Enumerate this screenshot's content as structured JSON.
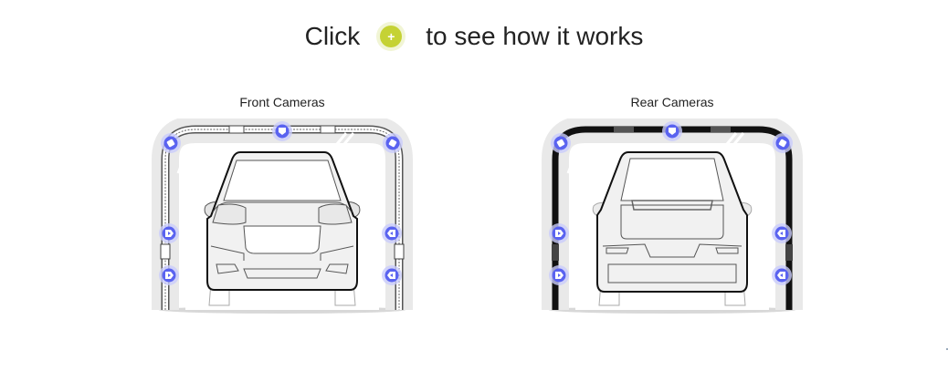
{
  "headline": {
    "before": "Click",
    "button_symbol": "+",
    "after": "to see how it works",
    "button_color": "#c5d234"
  },
  "panels": [
    {
      "title": "Front Cameras",
      "frame_style": "outlined-rail",
      "view": "car-front",
      "cameras": [
        {
          "id": "top-left",
          "icon": "camera-angled-icon"
        },
        {
          "id": "top-center",
          "icon": "camera-down-icon"
        },
        {
          "id": "top-right",
          "icon": "camera-angled-icon"
        },
        {
          "id": "left-upper",
          "icon": "camera-right-icon"
        },
        {
          "id": "left-lower",
          "icon": "camera-right-icon"
        },
        {
          "id": "right-upper",
          "icon": "camera-left-icon"
        },
        {
          "id": "right-lower",
          "icon": "camera-left-icon"
        }
      ]
    },
    {
      "title": "Rear Cameras",
      "frame_style": "solid-black-rail",
      "view": "car-rear",
      "cameras": [
        {
          "id": "top-left",
          "icon": "camera-angled-icon"
        },
        {
          "id": "top-center",
          "icon": "camera-down-icon"
        },
        {
          "id": "top-right",
          "icon": "camera-angled-icon"
        },
        {
          "id": "left-upper",
          "icon": "camera-right-icon"
        },
        {
          "id": "left-lower",
          "icon": "camera-right-icon"
        },
        {
          "id": "right-upper",
          "icon": "camera-left-icon"
        },
        {
          "id": "right-lower",
          "icon": "camera-left-icon"
        }
      ]
    }
  ],
  "colors": {
    "camera_marker": "#5a63f0",
    "camera_glow": "#c9ccfb",
    "frame_fill": "#e6e6e6",
    "rail_dark": "#111111"
  }
}
